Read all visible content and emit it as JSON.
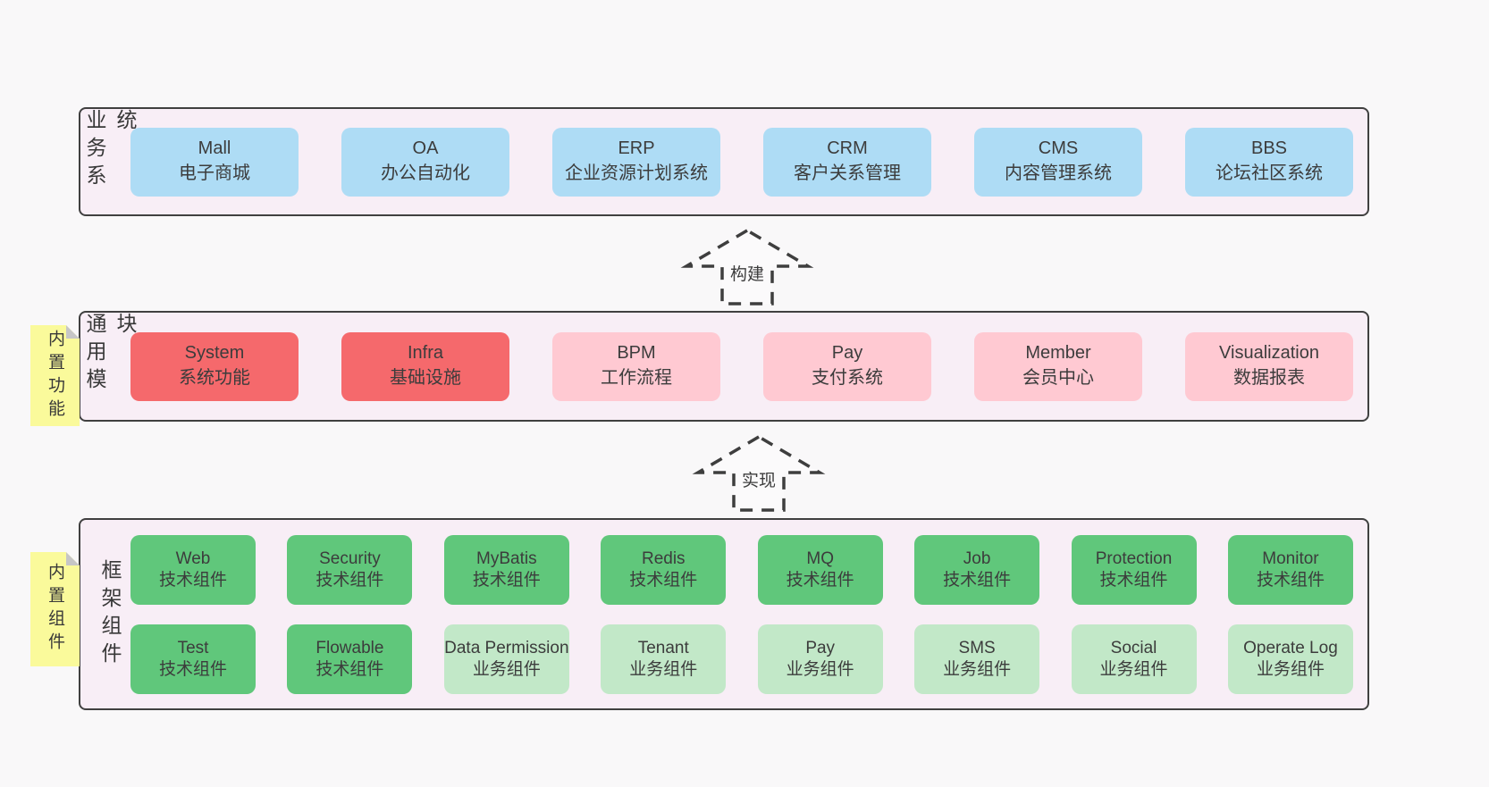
{
  "page_bg": "#f9f8f9",
  "colors": {
    "container_bg": "#f8eef6",
    "border": "#404040",
    "blue": "#aedcf5",
    "red": "#f5696c",
    "pink": "#ffc9d2",
    "green": "#60c77b",
    "lightgreen": "#c2e8c8",
    "sticky_yellow": "#fafa9b",
    "sticky_fold_gray": "#c6c6c6"
  },
  "arrows": [
    {
      "label": "构建"
    },
    {
      "label": "实现"
    }
  ],
  "layers": [
    {
      "title": "业务系统",
      "sticky": null,
      "rows": [
        [
          {
            "name": "Mall",
            "desc": "电子商城",
            "type": "blue"
          },
          {
            "name": "OA",
            "desc": "办公自动化",
            "type": "blue"
          },
          {
            "name": "ERP",
            "desc": "企业资源计划系统",
            "type": "blue"
          },
          {
            "name": "CRM",
            "desc": "客户关系管理",
            "type": "blue"
          },
          {
            "name": "CMS",
            "desc": "内容管理系统",
            "type": "blue"
          },
          {
            "name": "BBS",
            "desc": "论坛社区系统",
            "type": "blue"
          }
        ]
      ]
    },
    {
      "title": "通用模块",
      "sticky": "内置功能",
      "rows": [
        [
          {
            "name": "System",
            "desc": "系统功能",
            "type": "red"
          },
          {
            "name": "Infra",
            "desc": "基础设施",
            "type": "red"
          },
          {
            "name": "BPM",
            "desc": "工作流程",
            "type": "pink"
          },
          {
            "name": "Pay",
            "desc": "支付系统",
            "type": "pink"
          },
          {
            "name": "Member",
            "desc": "会员中心",
            "type": "pink"
          },
          {
            "name": "Visualization",
            "desc": "数据报表",
            "type": "pink"
          }
        ]
      ]
    },
    {
      "title": "框架组件",
      "sticky": "内置组件",
      "rows": [
        [
          {
            "name": "Web",
            "desc": "技术组件",
            "type": "green"
          },
          {
            "name": "Security",
            "desc": "技术组件",
            "type": "green"
          },
          {
            "name": "MyBatis",
            "desc": "技术组件",
            "type": "green"
          },
          {
            "name": "Redis",
            "desc": "技术组件",
            "type": "green"
          },
          {
            "name": "MQ",
            "desc": "技术组件",
            "type": "green"
          },
          {
            "name": "Job",
            "desc": "技术组件",
            "type": "green"
          },
          {
            "name": "Protection",
            "desc": "技术组件",
            "type": "green"
          },
          {
            "name": "Monitor",
            "desc": "技术组件",
            "type": "green"
          }
        ],
        [
          {
            "name": "Test",
            "desc": "技术组件",
            "type": "green"
          },
          {
            "name": "Flowable",
            "desc": "技术组件",
            "type": "green"
          },
          {
            "name": "Data Permission",
            "desc": "业务组件",
            "type": "lightgreen"
          },
          {
            "name": "Tenant",
            "desc": "业务组件",
            "type": "lightgreen"
          },
          {
            "name": "Pay",
            "desc": "业务组件",
            "type": "lightgreen"
          },
          {
            "name": "SMS",
            "desc": "业务组件",
            "type": "lightgreen"
          },
          {
            "name": "Social",
            "desc": "业务组件",
            "type": "lightgreen"
          },
          {
            "name": "Operate Log",
            "desc": "业务组件",
            "type": "lightgreen"
          }
        ]
      ]
    }
  ]
}
